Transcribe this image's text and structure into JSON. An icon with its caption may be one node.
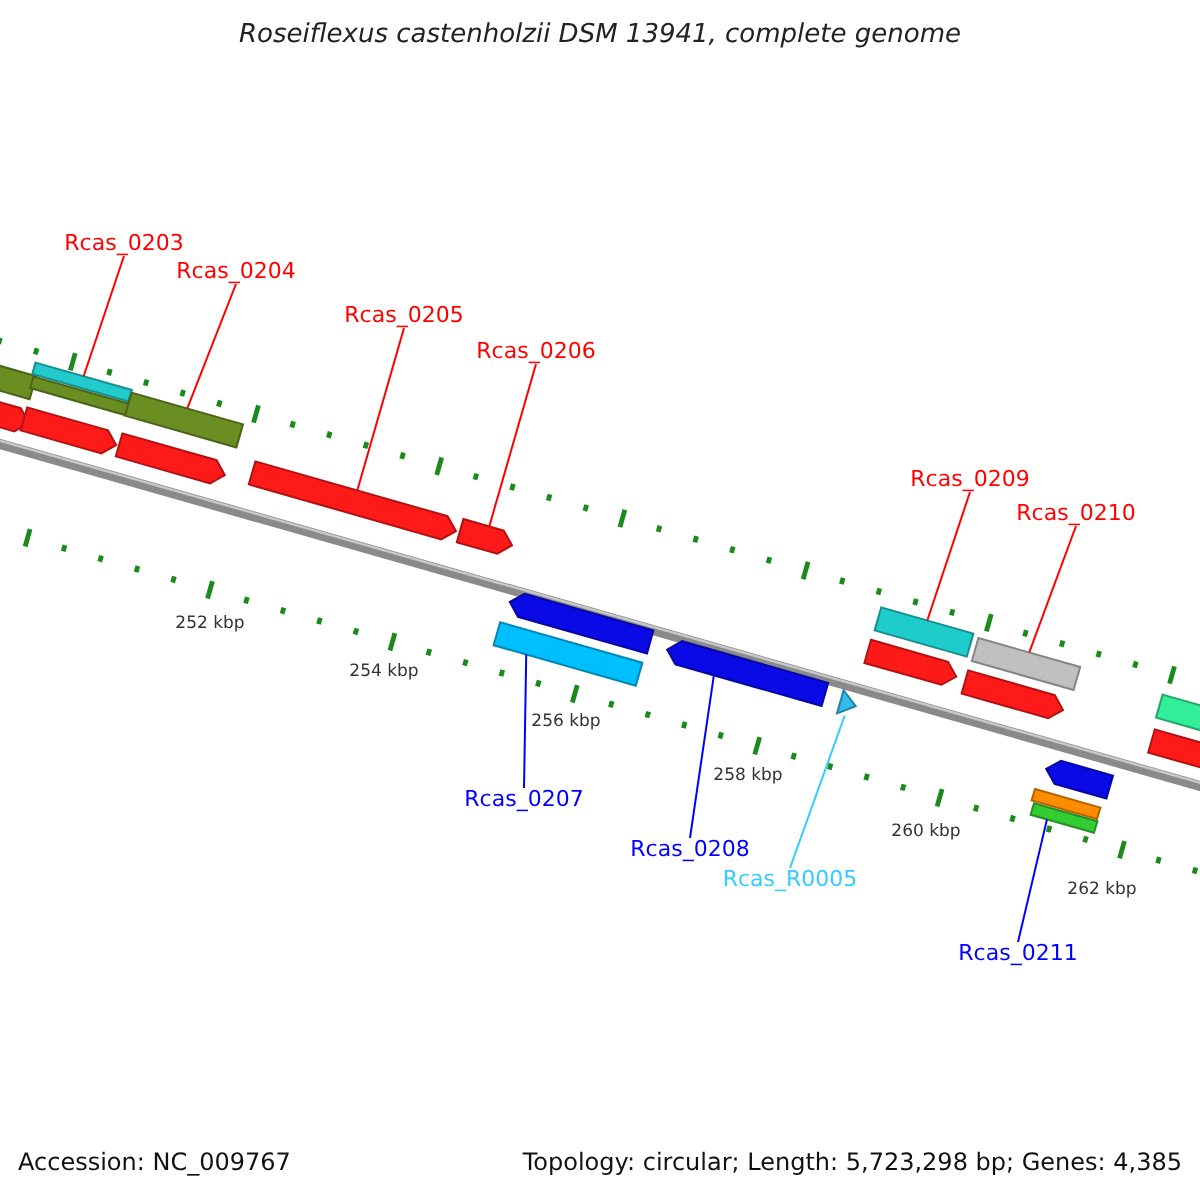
{
  "diagram": {
    "title": "Roseiflexus castenholzii DSM 13941, complete genome",
    "nodes": [
      {
        "text": [
          "Rcas_0203"
        ]
      },
      {
        "text": [
          "Rcas_0204"
        ]
      },
      {
        "text": [
          "Rcas_0205"
        ]
      },
      {
        "text": [
          "Rcas_0206"
        ]
      },
      {
        "text": [
          "Rcas_0209"
        ]
      },
      {
        "text": [
          "Rcas_0210"
        ]
      },
      {
        "text": [
          "Rcas_0207"
        ]
      },
      {
        "text": [
          "Rcas_0208"
        ]
      },
      {
        "text": [
          "Rcas_R0005"
        ]
      },
      {
        "text": [
          "Rcas_0211"
        ]
      },
      {
        "text": [],
        "shape": "arrow"
      },
      {
        "text": [],
        "shape": "bar"
      },
      {
        "text": [],
        "shape": "arrow"
      },
      {
        "text": [],
        "shape": "bar"
      },
      {
        "text": [],
        "shape": "bar"
      },
      {
        "text": [],
        "shape": "arrow"
      },
      {
        "text": [],
        "shape": "bar"
      },
      {
        "text": [],
        "shape": "arrow"
      },
      {
        "text": [],
        "shape": "arrow"
      },
      {
        "text": [],
        "shape": "bar"
      },
      {
        "text": [],
        "shape": "arrow"
      },
      {
        "text": [],
        "shape": "arrow"
      },
      {
        "text": [],
        "shape": "triangle"
      },
      {
        "text": [],
        "shape": "arrow"
      },
      {
        "text": [],
        "shape": "bar"
      },
      {
        "text": [],
        "shape": "arrow"
      },
      {
        "text": [],
        "shape": "bar"
      },
      {
        "text": [],
        "shape": "bar"
      },
      {
        "text": [],
        "shape": "bar"
      },
      {
        "text": [],
        "shape": "arrow"
      },
      {
        "text": [],
        "shape": "arrow"
      },
      {
        "text": [],
        "shape": "bar"
      }
    ],
    "edges": [
      {
        "from": 0,
        "to": 13,
        "arrow": "none"
      },
      {
        "from": 1,
        "to": 16,
        "arrow": "none"
      },
      {
        "from": 2,
        "to": 17,
        "arrow": "none"
      },
      {
        "from": 3,
        "to": 18,
        "arrow": "none"
      },
      {
        "from": 4,
        "to": 24,
        "arrow": "none"
      },
      {
        "from": 5,
        "to": 26,
        "arrow": "none"
      },
      {
        "from": 6,
        "to": 19,
        "arrow": "none",
        "color": "#0000ff"
      },
      {
        "from": 7,
        "to": 21,
        "arrow": "none",
        "color": "#0000ff"
      },
      {
        "from": 8,
        "to": 22,
        "arrow": "none",
        "color": "#33ccff"
      },
      {
        "from": 9,
        "to": 27,
        "arrow": "none",
        "color": "#0000ff"
      }
    ],
    "labels": [
      "252 kbp",
      "254 kbp",
      "256 kbp",
      "258 kbp",
      "260 kbp",
      "262 kbp",
      "Accession: NC_009767",
      "Topology: circular; Length: 5,723,298 bp; Genes: 4,385"
    ]
  }
}
